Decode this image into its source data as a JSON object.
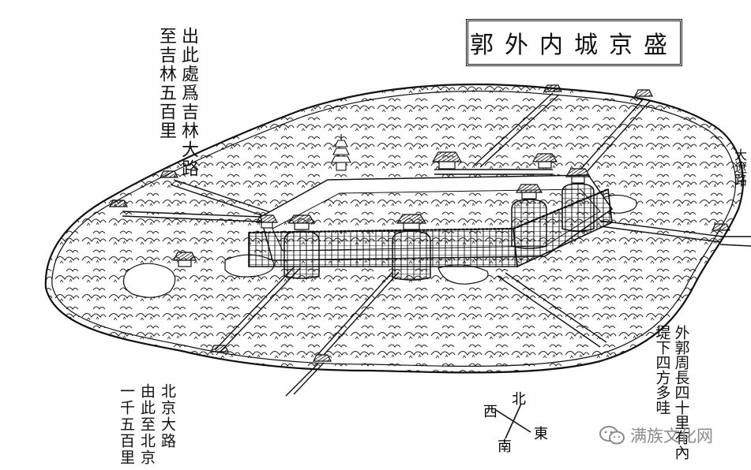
{
  "title": "盛京城内外郭",
  "annotations": {
    "jilin_road": [
      "出此處爲吉林大路",
      "至吉林五百里"
    ],
    "beijing_road": [
      "北京大路",
      "由此至北京",
      "一千五百里"
    ],
    "outer_wall": [
      "外郭周長四十里有內",
      "堤下四方多哇"
    ],
    "east_road": "大遼路"
  },
  "compass": {
    "north": "北",
    "south": "南",
    "east": "東",
    "west": "西"
  },
  "watermark": "满族文化网",
  "icons": [
    "wechat-logo-icon",
    "compass-rose-icon",
    "gate-tower-icon",
    "pagoda-icon"
  ]
}
